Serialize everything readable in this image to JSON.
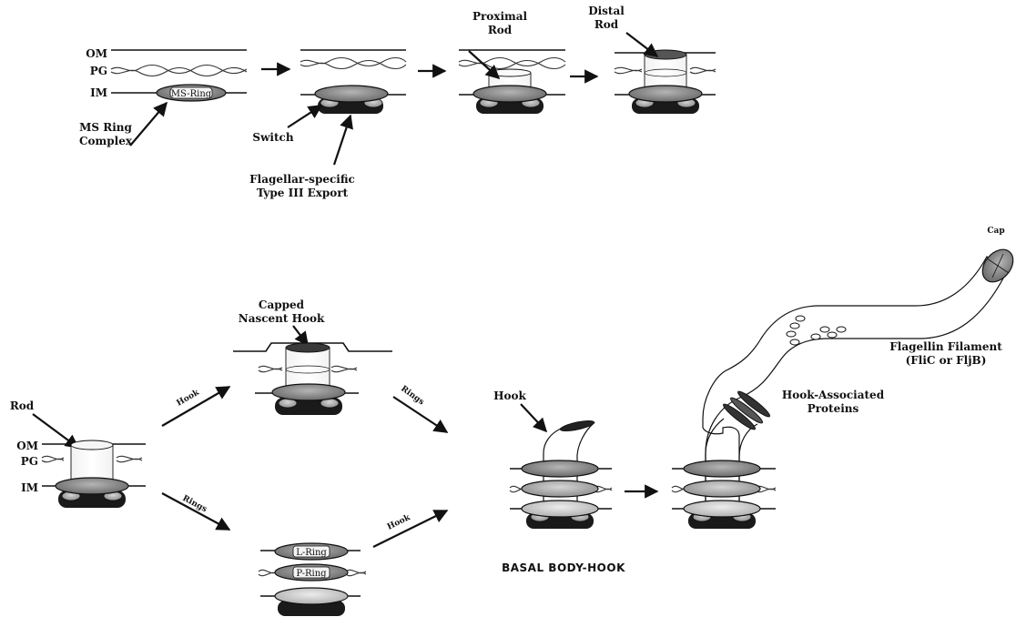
{
  "labels": {
    "om": "OM",
    "pg": "PG",
    "im": "IM",
    "ms_ring": "MS-Ring",
    "ms_ring_complex": [
      "MS Ring",
      "Complex"
    ],
    "switch": "Switch",
    "export": [
      "Flagellar-specific",
      "Type III Export"
    ],
    "proximal_rod": [
      "Proximal",
      "Rod"
    ],
    "distal_rod": [
      "Distal",
      "Rod"
    ],
    "rod": "Rod",
    "capped_hook": [
      "Capped",
      "Nascent Hook"
    ],
    "hook_arrow_top": "Hook",
    "rings_arrow_top": "Rings",
    "rings_arrow_bottom": "Rings",
    "hook_arrow_bottom": "Hook",
    "l_ring": "L-Ring",
    "p_ring": "P-Ring",
    "hook": "Hook",
    "basal_body_hook": "BASAL   BODY-HOOK",
    "hook_associated": [
      "Hook-Associated",
      "Proteins"
    ],
    "flagellin": [
      "Flagellin Filament",
      "(FliC or FljB)"
    ],
    "cap": "Cap"
  },
  "colors": {
    "ink": "#111111",
    "ring_dark": "#7a7a7a",
    "ring_mid": "#a8a8a8",
    "ring_light": "#cfcfcf",
    "export_black": "#1a1a1a"
  }
}
